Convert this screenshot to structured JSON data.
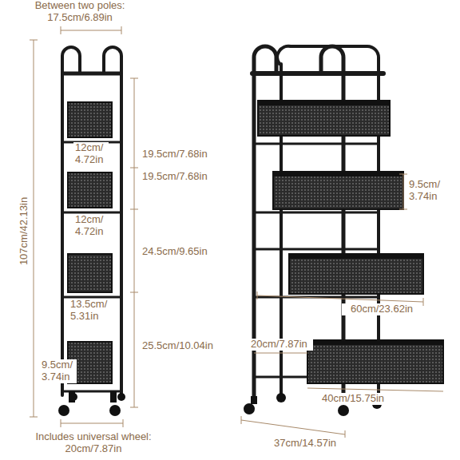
{
  "diagram": {
    "labels": [
      "Between two poles: 17.5cm/6.89in",
      "107cm/42.13in",
      "19.5cm/7.68in",
      "12cm/ 4.72in",
      "19.5cm/7.68in",
      "12cm/ 4.72in",
      "24.5cm/9.65in",
      "13.5cm/ 5.31in",
      "25.5cm/10.04in",
      "9.5cm/ 3.74in",
      "Includes universal wheel: 20cm/7.87in",
      "9.5cm/ 3.74in",
      "60cm/23.62in",
      "20cm/7.87in",
      "40cm/15.75in",
      "37cm/14.57in"
    ]
  }
}
